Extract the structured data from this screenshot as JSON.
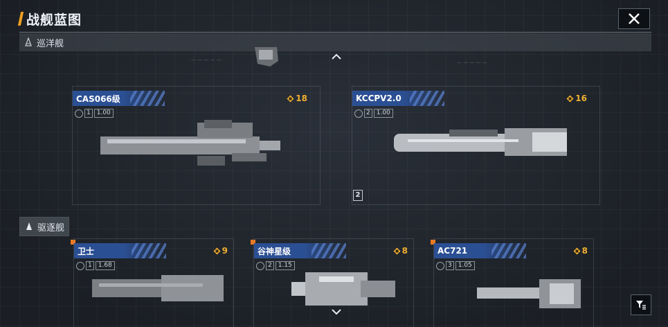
{
  "header": {
    "title": "战舰蓝图"
  },
  "sections": [
    {
      "label": "巡洋舰"
    },
    {
      "label": "驱逐舰"
    }
  ],
  "cruisers": [
    {
      "name": "CAS066级",
      "level": "1",
      "value": "1.00",
      "cost": "18"
    },
    {
      "name": "KCCPV2.0",
      "level": "2",
      "value": "1.00",
      "cost": "16"
    }
  ],
  "destroyers": [
    {
      "name": "卫士",
      "level": "1",
      "value": "1.68",
      "cost": "9"
    },
    {
      "name": "谷神星级",
      "level": "2",
      "value": "1.15",
      "cost": "8"
    },
    {
      "name": "AC721",
      "level": "3",
      "value": "1.05",
      "cost": "8"
    }
  ],
  "badge": "2",
  "colors": {
    "accent": "#f0a020",
    "cost": "#f0b030",
    "name_bg": "#2b4f93",
    "marker": "#f07a20"
  }
}
